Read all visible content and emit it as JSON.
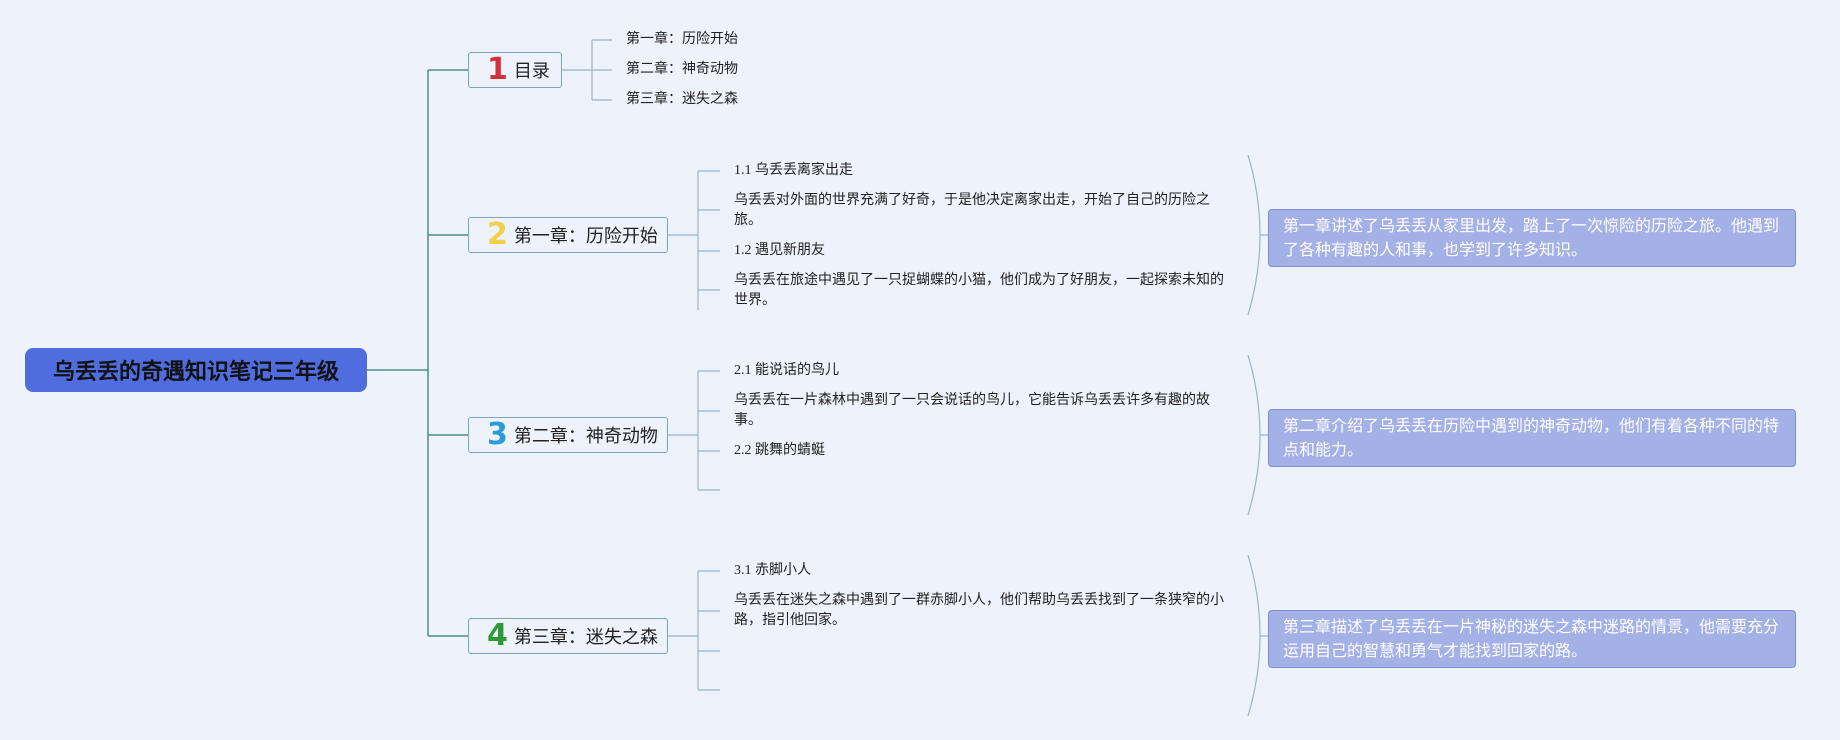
{
  "root": {
    "title": "乌丢丢的奇遇知识笔记三年级"
  },
  "branches": [
    {
      "num": "1",
      "label": "目录",
      "num_color": "#d62f3c"
    },
    {
      "num": "2",
      "label": "第一章：历险开始",
      "num_color": "#f2d04a"
    },
    {
      "num": "3",
      "label": "第二章：神奇动物",
      "num_color": "#2d9bd8"
    },
    {
      "num": "4",
      "label": "第三章：迷失之森",
      "num_color": "#2e9a35"
    }
  ],
  "toc": [
    "第一章：历险开始",
    "第二章：神奇动物",
    "第三章：迷失之森"
  ],
  "chapter1": {
    "s1_title": "1.1 乌丢丢离家出走",
    "s1_text": "乌丢丢对外面的世界充满了好奇，于是他决定离家出走，开始了自己的历险之旅。",
    "s2_title": "1.2 遇见新朋友",
    "s2_text": "乌丢丢在旅途中遇见了一只捉蝴蝶的小猫，他们成为了好朋友，一起探索未知的世界。",
    "summary": "第一章讲述了乌丢丢从家里出发，踏上了一次惊险的历险之旅。他遇到了各种有趣的人和事，也学到了许多知识。"
  },
  "chapter2": {
    "s1_title": "2.1 能说话的鸟儿",
    "s1_text": "乌丢丢在一片森林中遇到了一只会说话的鸟儿，它能告诉乌丢丢许多有趣的故事。",
    "s2_title": "2.2 跳舞的蜻蜓",
    "summary": "第二章介绍了乌丢丢在历险中遇到的神奇动物，他们有着各种不同的特点和能力。"
  },
  "chapter3": {
    "s1_title": "3.1 赤脚小人",
    "s1_text": "乌丢丢在迷失之森中遇到了一群赤脚小人，他们帮助乌丢丢找到了一条狭窄的小路，指引他回家。",
    "summary": "第三章描述了乌丢丢在一片神秘的迷失之森中迷路的情景，他需要充分运用自己的智慧和勇气才能找到回家的路。"
  },
  "colors": {
    "line": "#4f8f86",
    "root_bg": "#4f6ddf",
    "summary_bg": "#a3b1e7"
  }
}
